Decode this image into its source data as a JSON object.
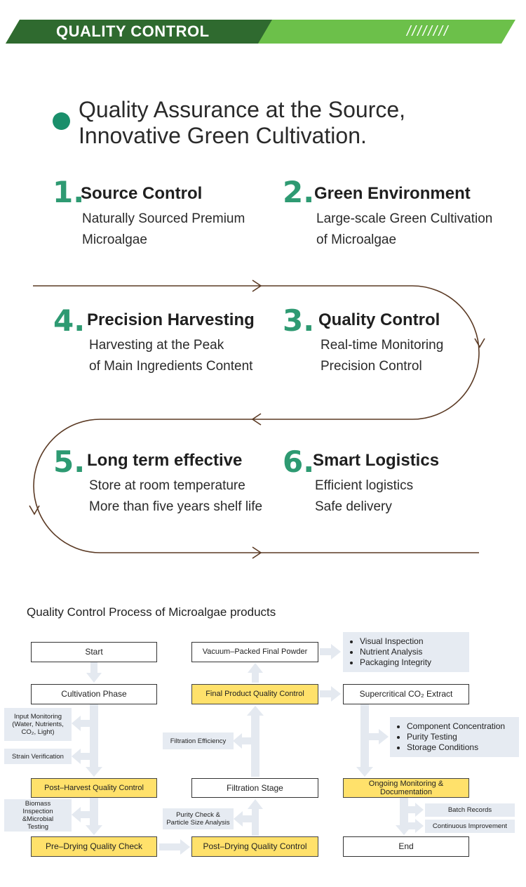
{
  "banner": {
    "title": "QUALITY CONTROL",
    "slashes": "////////"
  },
  "headline": {
    "line1": "Quality Assurance at the Source,",
    "line2": "Innovative Green Cultivation."
  },
  "steps": [
    {
      "number": "1.",
      "title": "Source Control",
      "desc1": "Naturally Sourced Premium",
      "desc2": "Microalgae"
    },
    {
      "number": "2.",
      "title": "Green Environment",
      "desc1": "Large-scale Green Cultivation",
      "desc2": "of Microalgae"
    },
    {
      "number": "3.",
      "title": "Quality Control",
      "desc1": "Real-time Monitoring",
      "desc2": "Precision Control"
    },
    {
      "number": "4.",
      "title": "Precision Harvesting",
      "desc1": "Harvesting at the Peak",
      "desc2": "of Main Ingredients Content"
    },
    {
      "number": "5.",
      "title": "Long term effective",
      "desc1": "Store at room temperature",
      "desc2": "More than five years shelf life"
    },
    {
      "number": "6.",
      "title": "Smart Logistics",
      "desc1": "Efficient logistics",
      "desc2": "Safe delivery"
    }
  ],
  "process": {
    "title": "Quality Control Process of Microalgae products",
    "boxes": {
      "start": "Start",
      "cultivation": "Cultivation Phase",
      "post_harvest": "Post–Harvest Quality Control",
      "pre_drying": "Pre–Drying Quality Check",
      "post_drying": "Post–Drying Quality Control",
      "filtration": "Filtration Stage",
      "final_qc": "Final Product Quality Control",
      "vacuum": "Vacuum–Packed Final Powder",
      "supercritical": "Supercritical CO₂ Extract",
      "ongoing": "Ongoing Monitoring &\nDocumentation",
      "end": "End"
    },
    "notes": {
      "input_monitoring": "Input Monitoring\n(Water, Nutrients,\nCO₂, Light)",
      "strain": "Strain Verification",
      "biomass": "Biomass\nInspection\n&Microbial\nTesting",
      "purity_particle": "Purity Check &\nParticle Size Analysis",
      "filtration_eff": "Filtration Efficiency",
      "batch": "Batch Records",
      "continuous": "Continuous Improvement"
    },
    "vacuum_list": [
      "Visual Inspection",
      "Nutrient Analysis",
      "Packaging Integrity"
    ],
    "extract_list": [
      "Component Concentration",
      "Purity Testing",
      "Storage Conditions"
    ]
  },
  "colors": {
    "dark_green": "#2f6a2f",
    "light_green": "#6cc04a",
    "accent_green": "#2e9a72",
    "dot": "#1a8f6b",
    "path_brown": "#5b3a24",
    "highlight_yellow": "#ffe16b",
    "note_gray": "#e6ebf2"
  }
}
